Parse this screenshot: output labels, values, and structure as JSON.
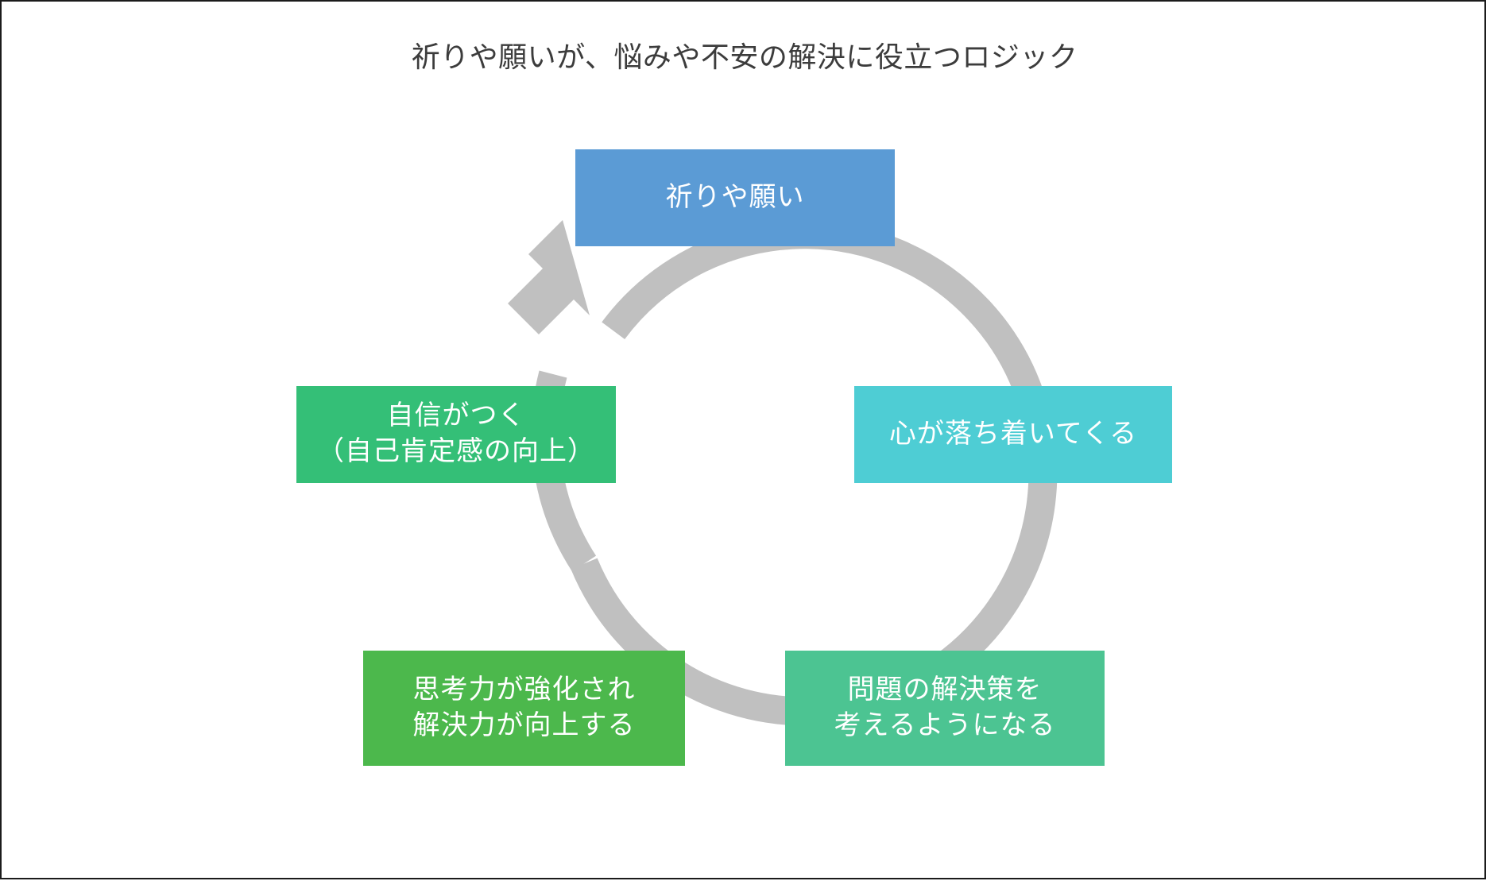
{
  "slide": {
    "title": "祈りや願いが、悩みや不安の解決に役立つロジック",
    "background_color": "#ffffff",
    "border_color": "#1b1b1b"
  },
  "diagram": {
    "type": "cycle",
    "ring_color": "#c0c0c0",
    "arrow_direction": "clockwise",
    "nodes": [
      {
        "id": "prayer",
        "label": "祈りや願い",
        "color": "#5b9bd5",
        "position": "top"
      },
      {
        "id": "calm",
        "label": "心が落ち着いてくる",
        "color": "#4ecdd4",
        "position": "right"
      },
      {
        "id": "solution",
        "label": "問題の解決策を\n考えるようになる",
        "color": "#4cc492",
        "position": "bottom-right"
      },
      {
        "id": "thinking",
        "label": "思考力が強化され\n解決力が向上する",
        "color": "#4cb84c",
        "position": "bottom-left"
      },
      {
        "id": "confidence",
        "label": "自信がつく\n（自己肯定感の向上）",
        "color": "#34bf77",
        "position": "left"
      }
    ]
  }
}
